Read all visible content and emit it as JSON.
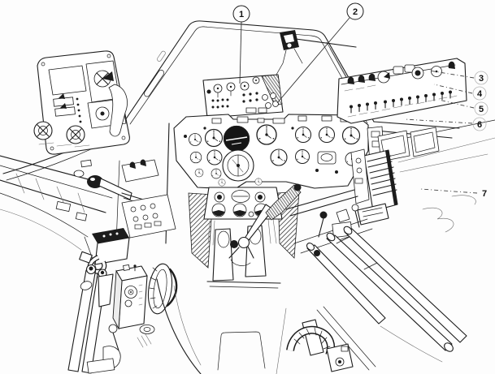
{
  "figure": {
    "description": "Cutaway ink line illustration of a single-seat jet fighter cockpit interior",
    "background_color": "#fdfdfd",
    "ink_color": "#1c1c1c"
  },
  "callouts": {
    "items": [
      {
        "label": "1"
      },
      {
        "label": "2"
      },
      {
        "label": "3"
      },
      {
        "label": "4"
      },
      {
        "label": "5"
      },
      {
        "label": "6"
      },
      {
        "label": "7"
      }
    ]
  }
}
